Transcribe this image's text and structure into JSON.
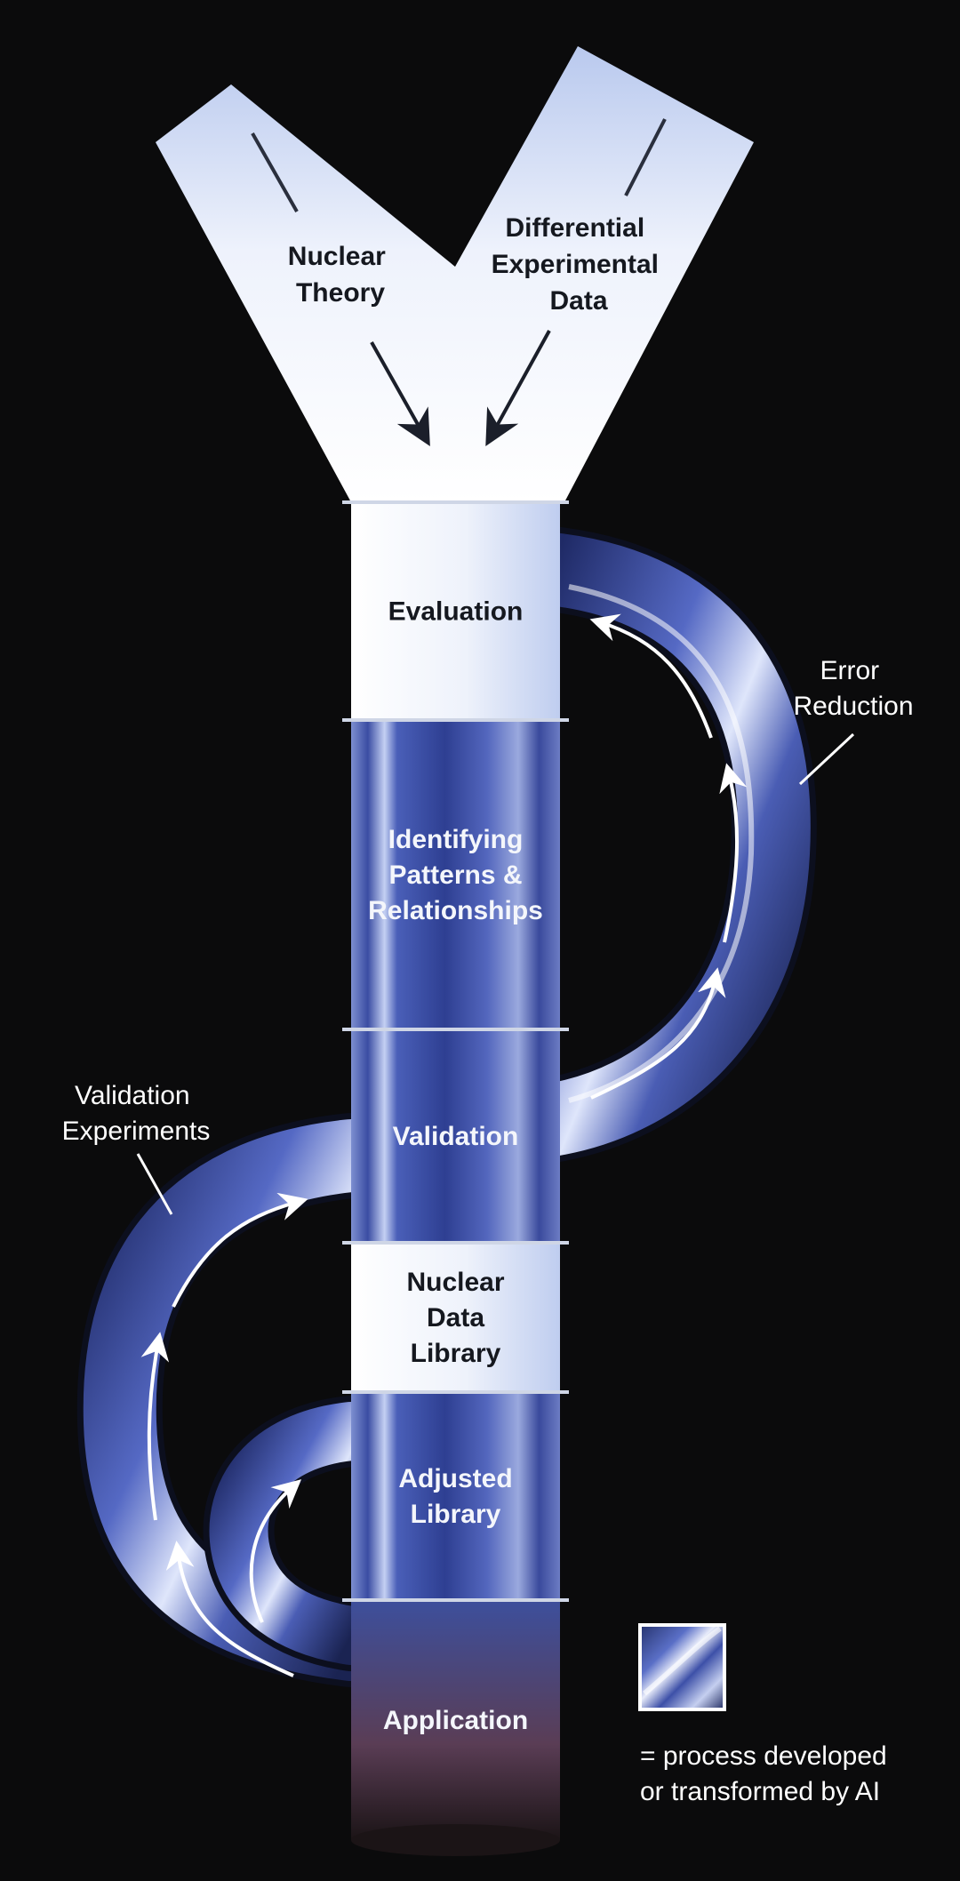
{
  "colors": {
    "background": "#0b0b0c",
    "glass_light": "#e6ecfa",
    "glass_blue": "#3a4fa8",
    "arrow_dark": "#1b1f2a",
    "arrow_light": "#ffffff"
  },
  "funnel": {
    "left_label": [
      "Nuclear",
      "Theory"
    ],
    "right_label": [
      "Differential",
      "Experimental",
      "Data"
    ]
  },
  "stages": [
    {
      "lines": [
        "Evaluation"
      ],
      "style": "light"
    },
    {
      "lines": [
        "Identifying",
        "Patterns &",
        "Relationships"
      ],
      "style": "ai"
    },
    {
      "lines": [
        "Validation"
      ],
      "style": "ai"
    },
    {
      "lines": [
        "Nuclear",
        "Data",
        "Library"
      ],
      "style": "light"
    },
    {
      "lines": [
        "Adjusted",
        "Library"
      ],
      "style": "ai"
    },
    {
      "lines": [
        "Application"
      ],
      "style": "ai"
    }
  ],
  "annotations": {
    "error_reduction": [
      "Error",
      "Reduction"
    ],
    "validation_experiments": [
      "Validation",
      "Experiments"
    ]
  },
  "legend": {
    "swatch_icon": "ai-process-swatch-icon",
    "text": [
      "= process developed",
      "or transformed by AI"
    ]
  }
}
